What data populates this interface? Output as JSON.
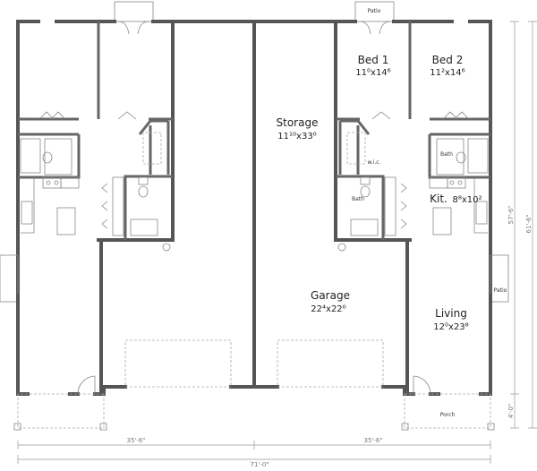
{
  "plan": {
    "rooms": {
      "bed1": {
        "name": "Bed 1",
        "size": "11⁰x14⁶"
      },
      "bed2": {
        "name": "Bed 2",
        "size": "11²x14⁶"
      },
      "storage": {
        "name": "Storage",
        "size": "11¹⁰x33⁰"
      },
      "kitchen": {
        "name": "Kit.",
        "size": "8⁸x10²"
      },
      "garage": {
        "name": "Garage",
        "size": "22⁴x22⁰"
      },
      "living": {
        "name": "Living",
        "size": "12⁰x23⁸"
      }
    },
    "small_labels": {
      "patio_top": "Patio",
      "patio_side": "Patio",
      "porch": "Porch",
      "bath_main": "Bath",
      "bath_master": "Bath",
      "wic": "w.i.c."
    },
    "dimensions": {
      "left_width": "35'-6\"",
      "right_width": "35'-6\"",
      "total_width": "71'-0\"",
      "depth_main": "57'-6\"",
      "depth_total": "61'-6\"",
      "porch_depth": "4'-0\""
    }
  },
  "colors": {
    "wall": "#555555",
    "dimension": "#999999"
  }
}
